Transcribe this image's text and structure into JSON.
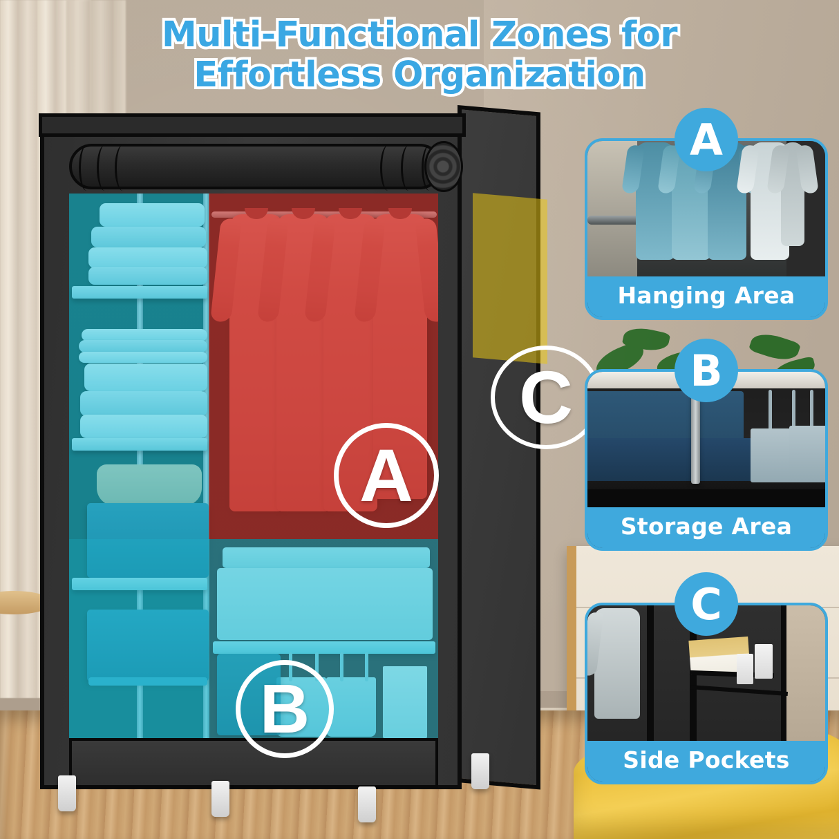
{
  "title": {
    "line1": "Multi-Functional Zones for",
    "line2": "Effortless Organization",
    "color": "#3aa7e3",
    "outline_color": "#ffffff"
  },
  "theme": {
    "accent_blue": "#3fa9dd",
    "zone_a_overlay": "#d6261e",
    "zone_b_overlay": "#1dbed6",
    "zone_c_overlay": "#e8c416",
    "wardrobe_fabric": "#333333",
    "room_wall": "#b5a695",
    "floor_wood": "#c79e6d",
    "bed_blanket": "#f2c84a"
  },
  "product": {
    "name": "portable-fabric-wardrobe-closet",
    "zones": [
      {
        "letter": "A",
        "name": "hanging-zone",
        "overlay_color": "#d6261e",
        "location": "upper-right-interior"
      },
      {
        "letter": "B",
        "name": "storage-zone",
        "overlay_color": "#1dbed6",
        "location": "left-shelves-and-lower-interior"
      },
      {
        "letter": "C",
        "name": "side-pocket-zone",
        "overlay_color": "#e8c416",
        "location": "right-side-panel"
      }
    ]
  },
  "panels": [
    {
      "badge": "A",
      "label": "Hanging Area",
      "photo": "hanging-shirts-on-rod"
    },
    {
      "badge": "B",
      "label": "Storage Area",
      "photo": "storage-box-and-handbags-under-shelf"
    },
    {
      "badge": "C",
      "label": "Side Pockets",
      "photo": "side-pockets-with-magazine-and-towels"
    }
  ]
}
